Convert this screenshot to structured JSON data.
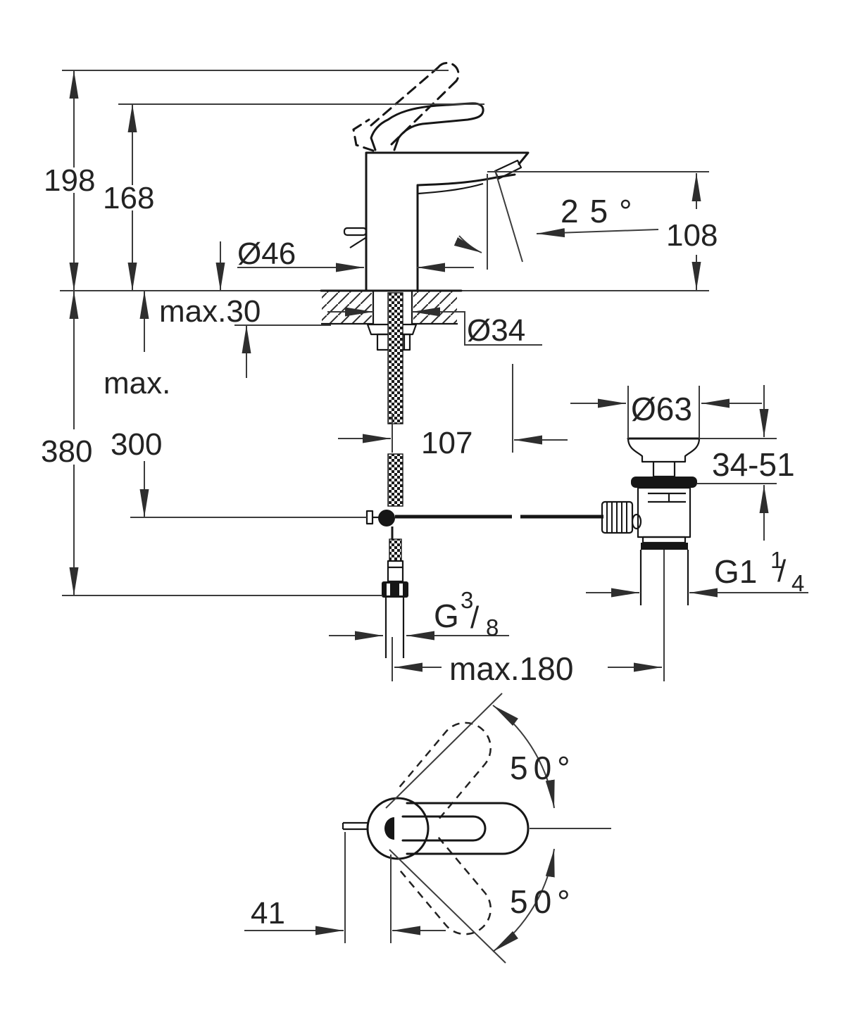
{
  "drawing": {
    "name": "basin-mixer-technical-drawing",
    "line_color": "#161616",
    "dim_color": "#3c3c3c",
    "dimensions": {
      "overall_height": "198",
      "handle_height": "168",
      "spout_angle": "25°",
      "spout_outlet_height": "108",
      "body_diameter": "Ø46",
      "deck_thickness_max": "max.30",
      "hole_diameter": "Ø34",
      "depth_below_deck_max": "380",
      "hose_length_max_word": "max.",
      "hose_length_max_value": "300",
      "spout_reach": "107",
      "waste_top_diameter": "Ø63",
      "waste_deck_range": "34-51",
      "waste_thread": {
        "prefix": "G1",
        "numerator": "1",
        "slash": "/",
        "denominator": "4"
      },
      "supply_thread": {
        "prefix": "G",
        "numerator": "3",
        "slash": "/",
        "denominator": "8"
      },
      "pull_rod_max": "max.180",
      "swivel_angle_upper": "50°",
      "swivel_angle_lower": "50°",
      "handle_axis_offset": "41"
    }
  }
}
